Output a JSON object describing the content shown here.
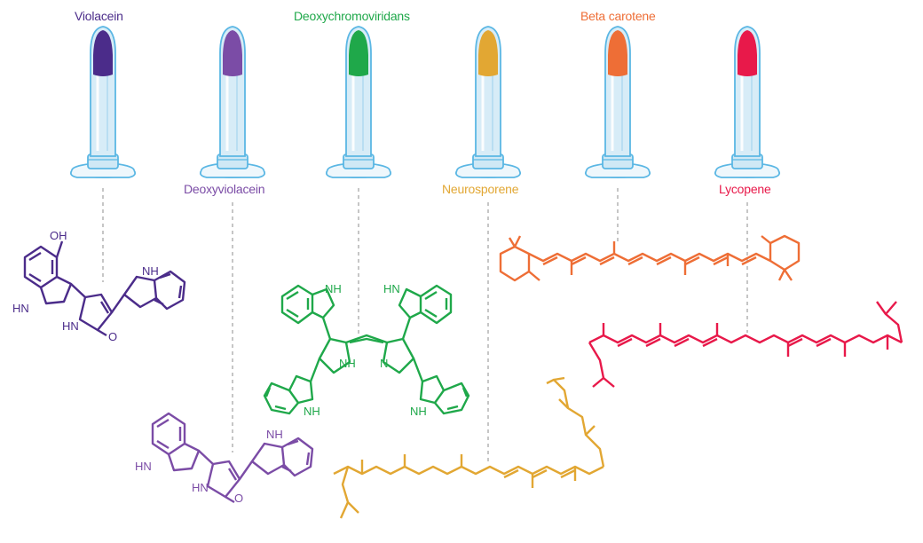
{
  "pigments": [
    {
      "name": "Violacein",
      "color": "#4B2C8A"
    },
    {
      "name": "Deoxyviolacein",
      "color": "#7B4CA6"
    },
    {
      "name": "Deoxychromoviridans",
      "color": "#1FA84A"
    },
    {
      "name": "Neurosporene",
      "color": "#E2A733"
    },
    {
      "name": "Beta carotene",
      "color": "#EE6E36"
    },
    {
      "name": "Lycopene",
      "color": "#E8194A"
    }
  ],
  "atom_labels": {
    "oh": "OH",
    "hn": "HN",
    "nh": "NH",
    "o": "O",
    "n": "N"
  },
  "style": {
    "tube_fill": "#d7ecf7",
    "tube_stroke": "#5bb7e4",
    "leader": "#b8b8b8"
  }
}
